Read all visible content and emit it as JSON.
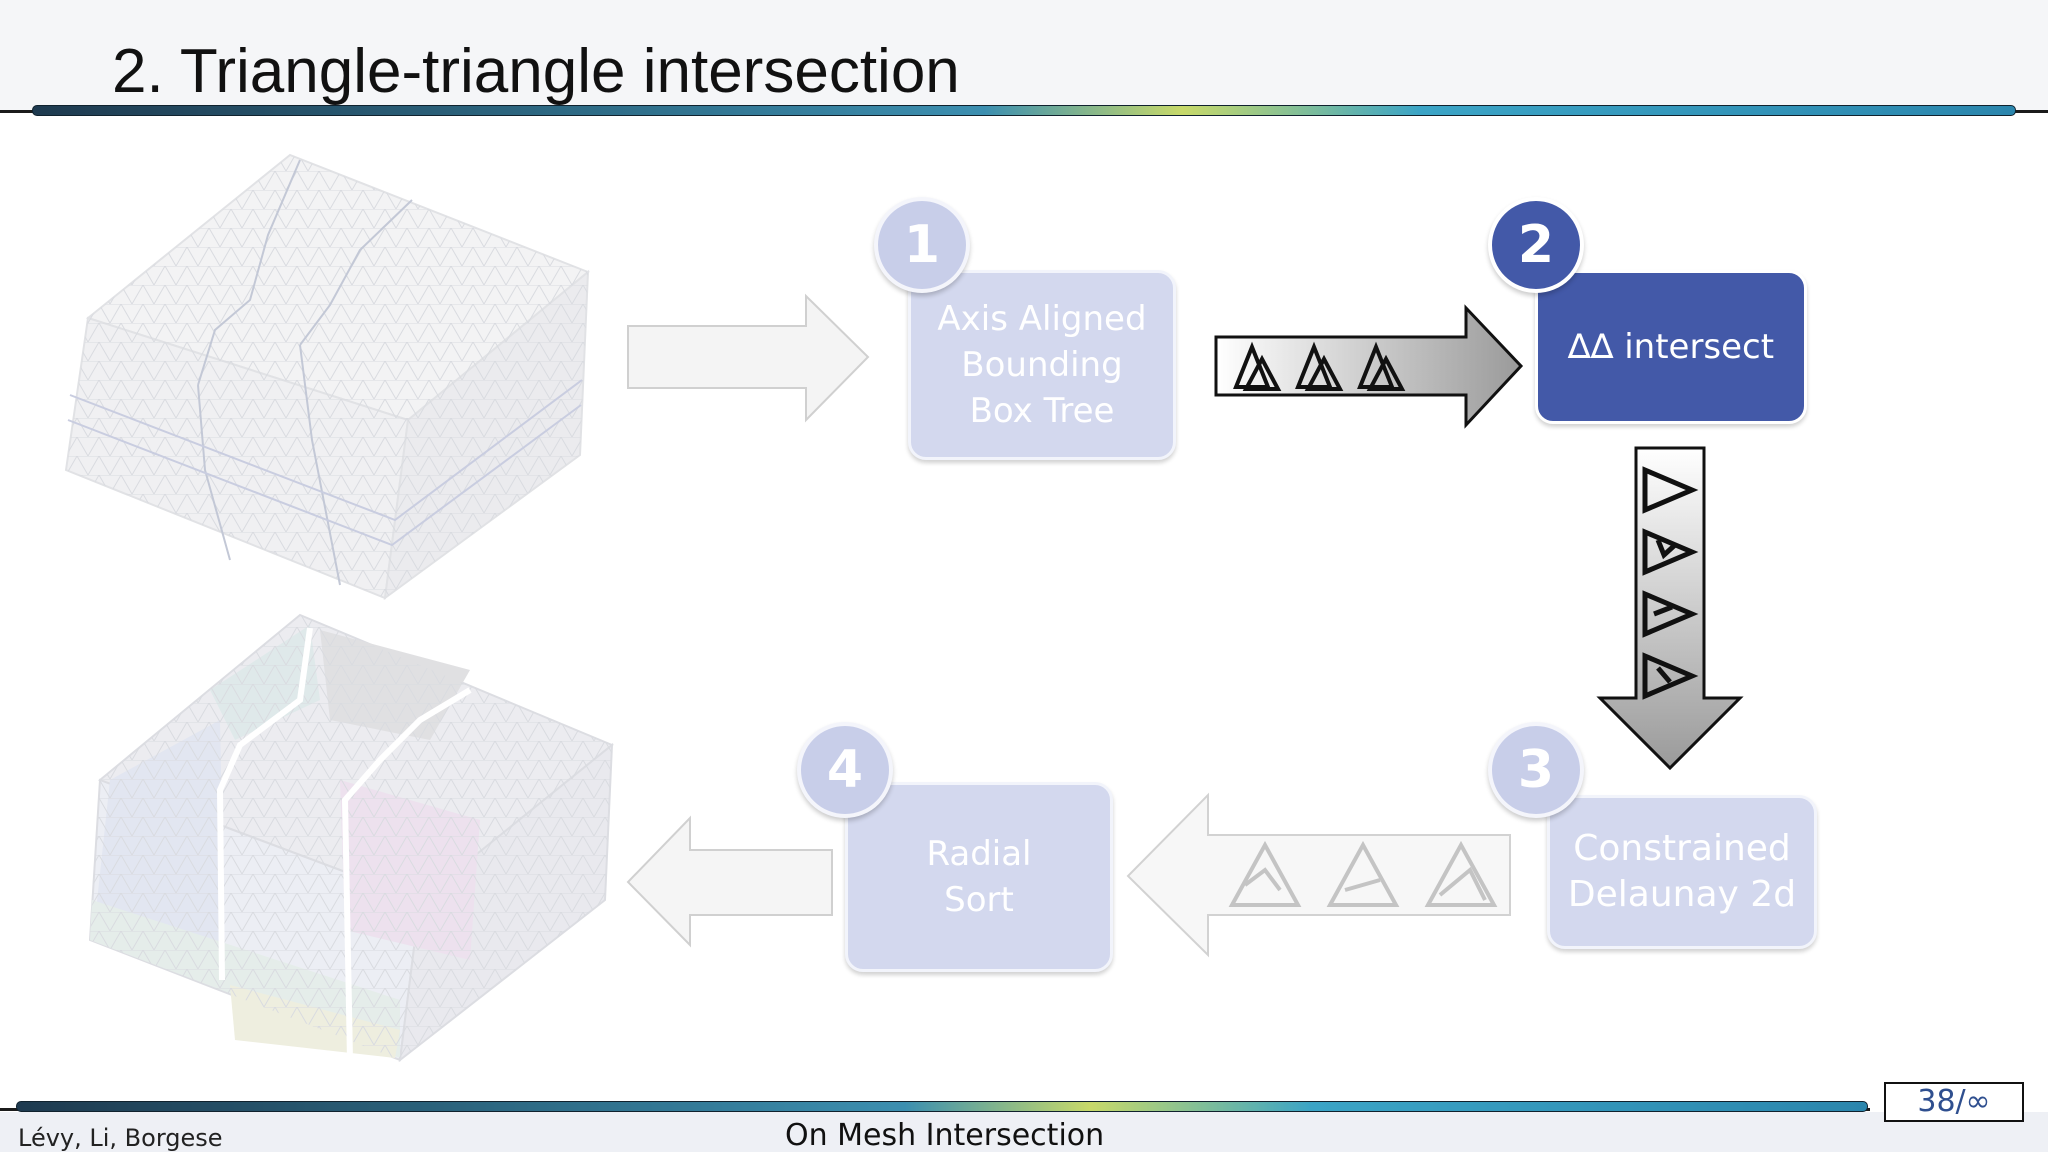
{
  "slide": {
    "title": "2. Triangle-triangle intersection",
    "footer_authors": "Lévy, Li, Borgese",
    "footer_title": "On Mesh Intersection",
    "page_number": "38/∞"
  },
  "steps": [
    {
      "number": "1",
      "label": "Axis Aligned Bounding Box Tree",
      "state": "faded"
    },
    {
      "number": "2",
      "label": "∆∆ intersect",
      "state": "active"
    },
    {
      "number": "3",
      "label": "Constrained Delaunay 2d",
      "state": "faded"
    },
    {
      "number": "4",
      "label": "Radial Sort",
      "state": "faded"
    }
  ],
  "colors": {
    "active": "#4359a8",
    "faded": "#d3d8ee",
    "page_number": "#2f4f8f"
  }
}
